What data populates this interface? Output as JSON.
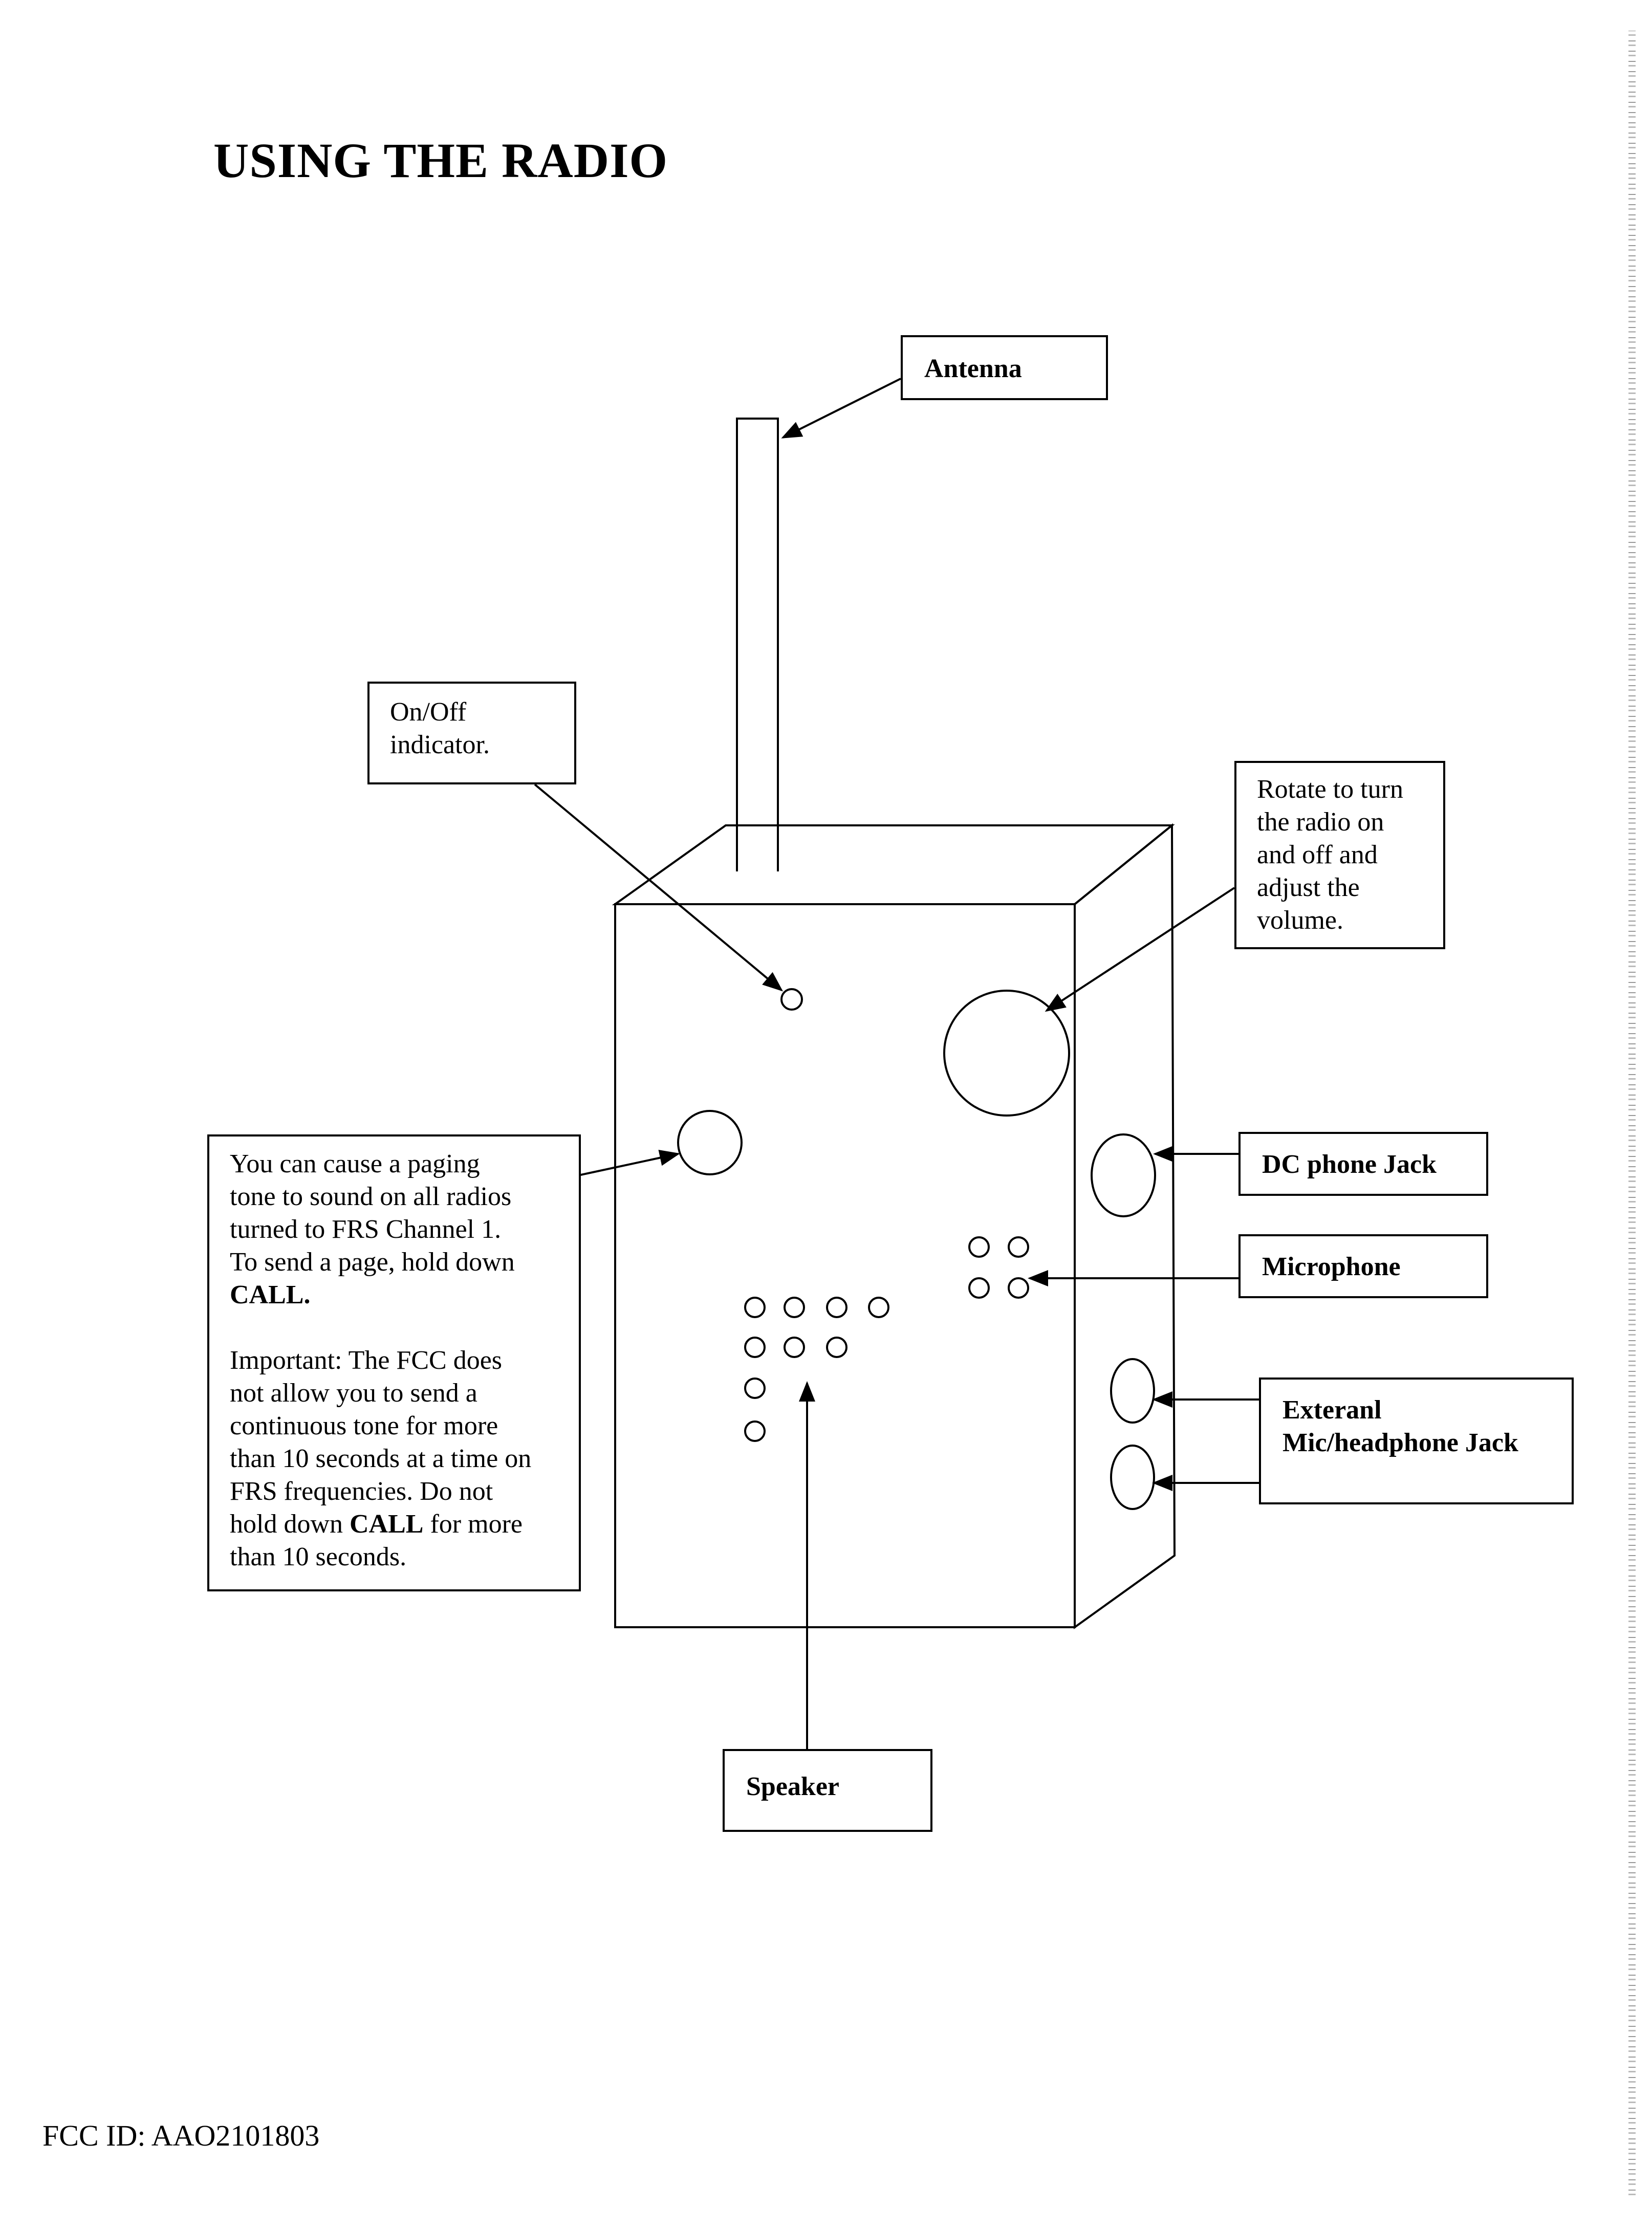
{
  "title": "USING THE RADIO",
  "labels": {
    "antenna": "Antenna",
    "onoff_line1": "On/Off",
    "onoff_line2": "indicator.",
    "rotate_line1": "Rotate to turn",
    "rotate_line2": "the radio on",
    "rotate_line3": "and off and",
    "rotate_line4": "adjust the",
    "rotate_line5": "volume.",
    "dc_jack": "DC phone Jack",
    "microphone": "Microphone",
    "external_line1": "Exteranl",
    "external_line2": "Mic/headphone Jack",
    "speaker": "Speaker"
  },
  "call_note": {
    "p1": [
      "You can cause a paging",
      "tone to sound on all radios",
      "turned to FRS Channel 1.",
      "To send a page, hold down"
    ],
    "p1_bold": "CALL",
    "p1_end": ".",
    "p2": [
      "Important: The FCC does",
      "not allow you to send a",
      "continuous tone for more",
      "than 10 seconds at a time on",
      "FRS frequencies.  Do not"
    ],
    "p2_hold": "hold down ",
    "p2_bold": "CALL",
    "p2_after": " for more",
    "p2_last": "than 10 seconds."
  },
  "footer": "FCC ID: AAO2101803"
}
